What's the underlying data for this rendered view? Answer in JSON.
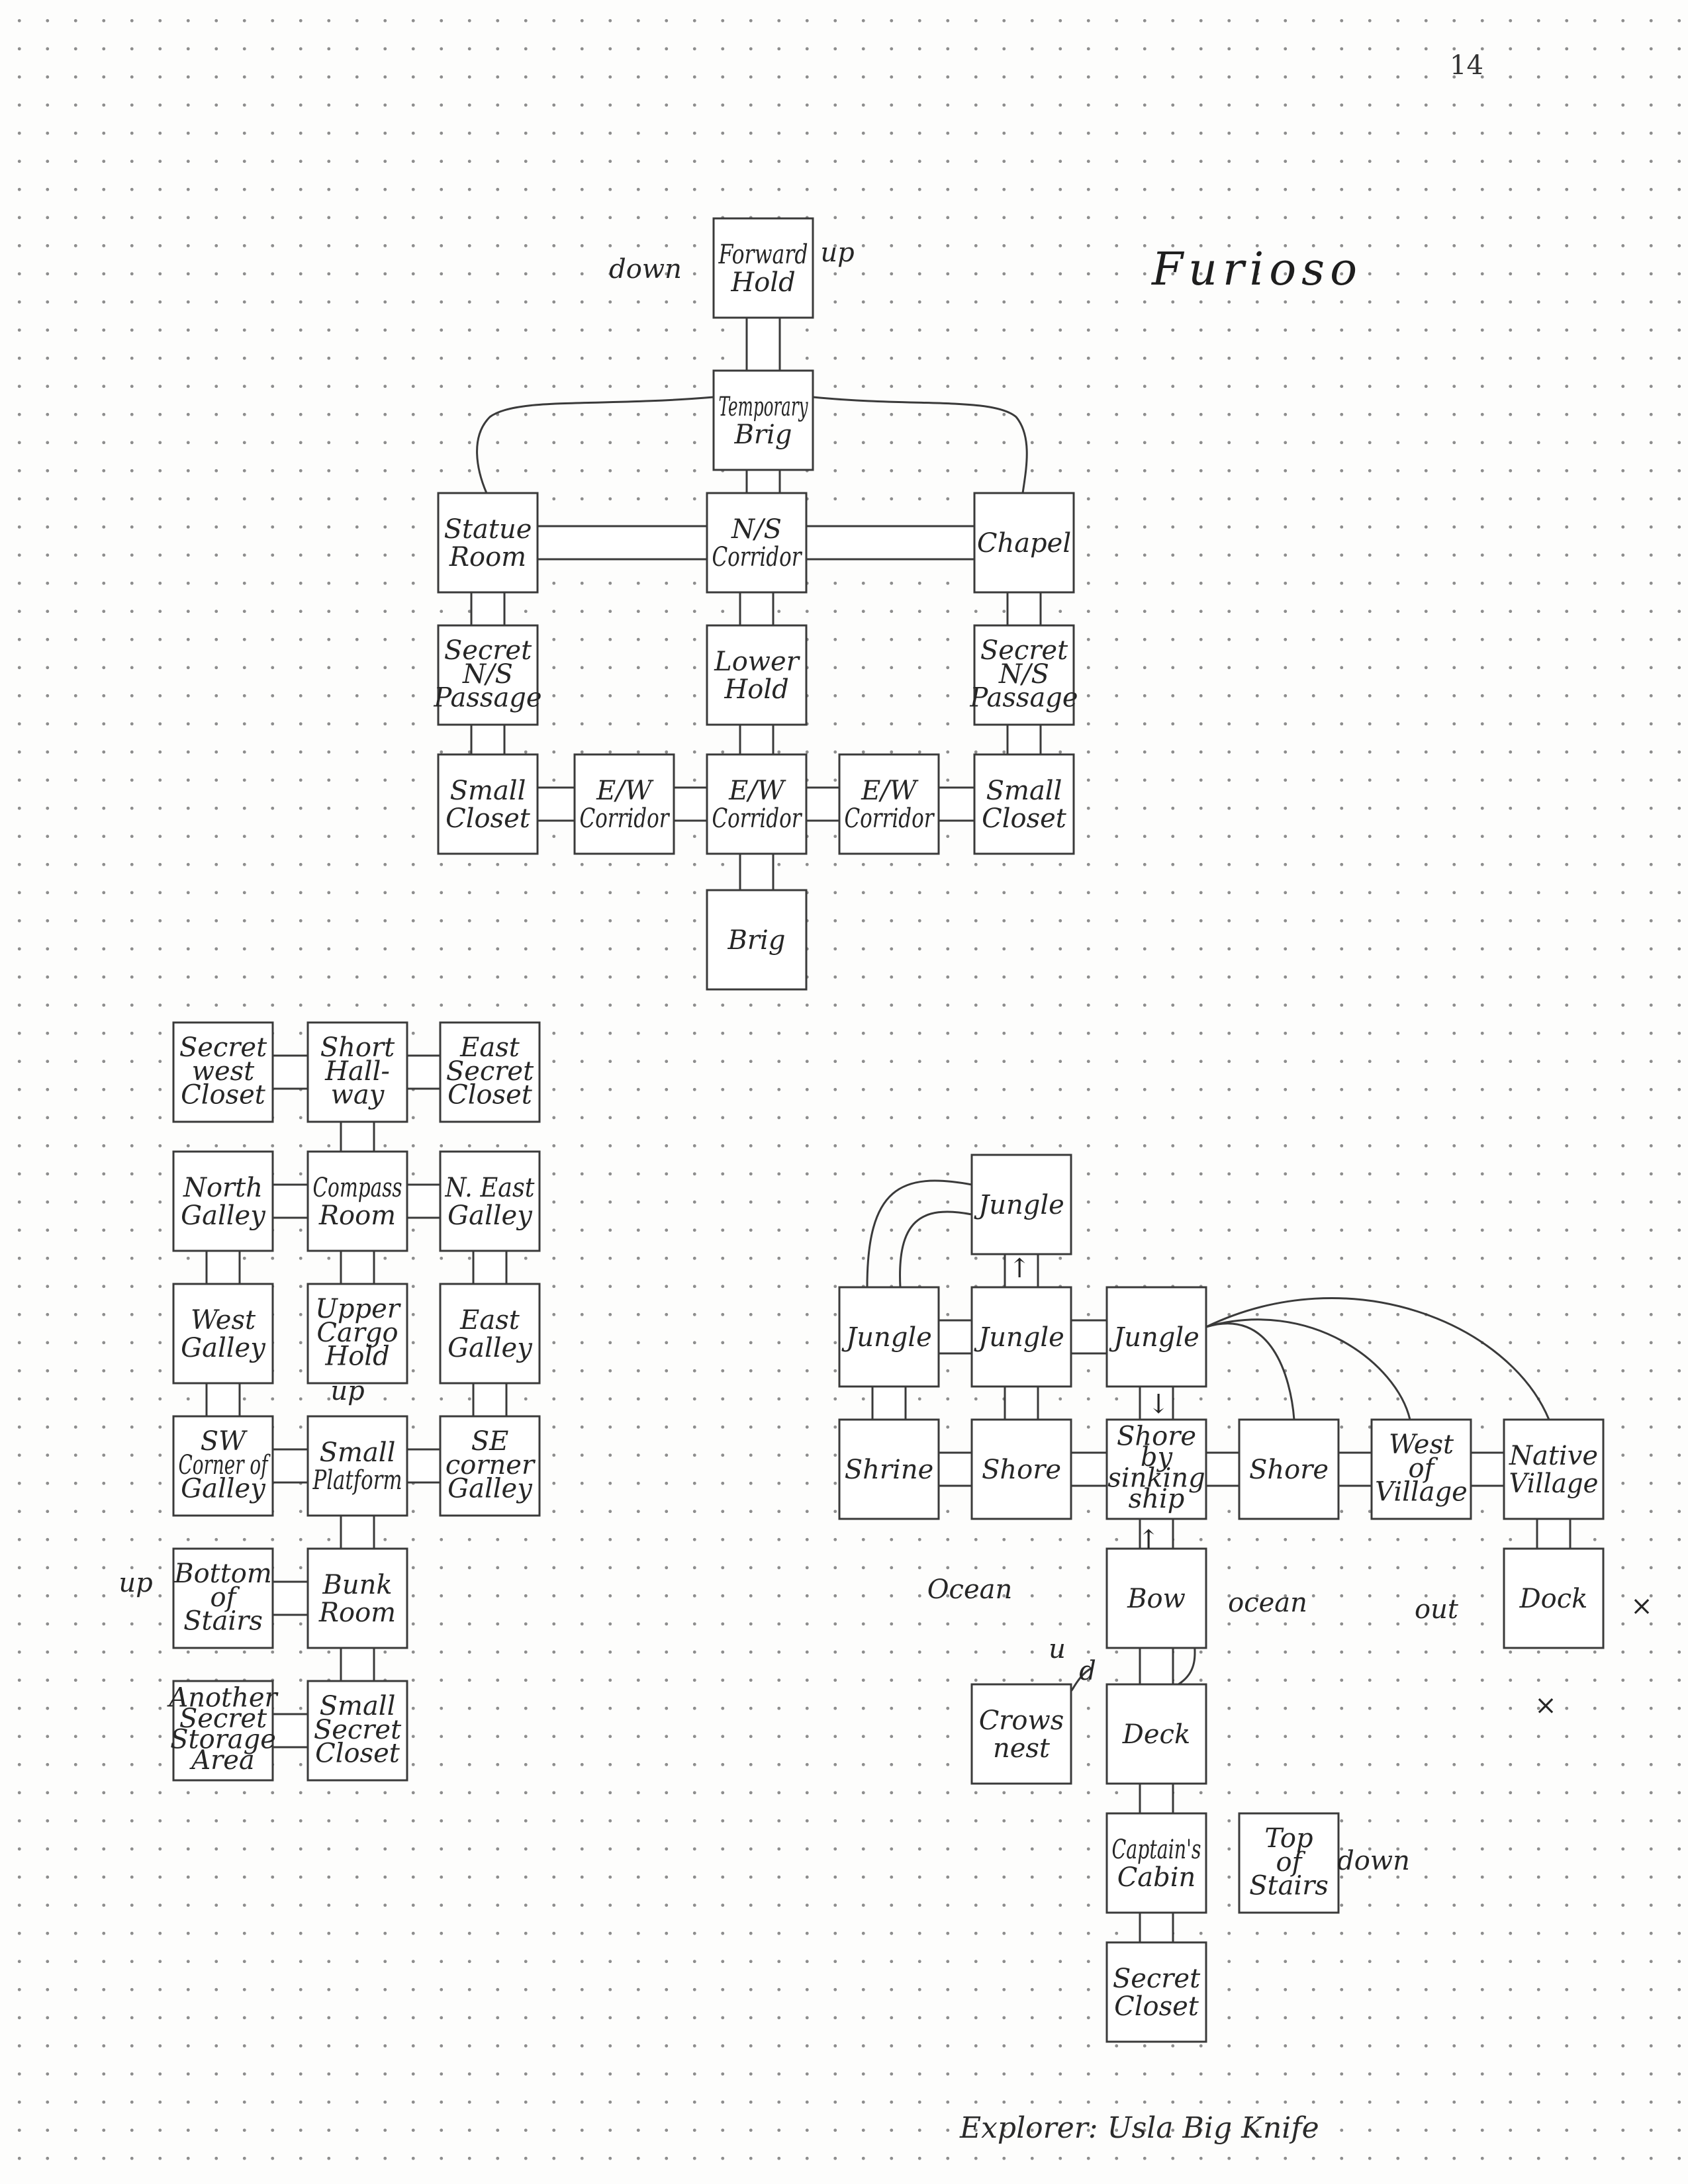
{
  "page": {
    "number": "14",
    "title": "Furioso",
    "footer": "Explorer: Usla Big Knife"
  },
  "rooms": {
    "forward_hold": [
      "Forward",
      "Hold"
    ],
    "temporary_brig": [
      "Temporary",
      "Brig"
    ],
    "statue_room": [
      "Statue",
      "Room"
    ],
    "ns_corridor": [
      "N/S",
      "Corridor"
    ],
    "chapel": [
      "Chapel"
    ],
    "secret_ns_passage_w": [
      "Secret",
      "N/S",
      "Passage"
    ],
    "lower_hold": [
      "Lower",
      "Hold"
    ],
    "secret_ns_passage_e": [
      "Secret",
      "N/S",
      "Passage"
    ],
    "small_closet_w": [
      "Small",
      "Closet"
    ],
    "ew_corridor_w": [
      "E/W",
      "Corridor"
    ],
    "ew_corridor_c": [
      "E/W",
      "Corridor"
    ],
    "ew_corridor_e": [
      "E/W",
      "Corridor"
    ],
    "small_closet_e": [
      "Small",
      "Closet"
    ],
    "brig": [
      "Brig"
    ],
    "secret_west_closet": [
      "Secret",
      "west",
      "Closet"
    ],
    "short_hallway": [
      "Short",
      "Hall-",
      "way"
    ],
    "east_secret_closet": [
      "East",
      "Secret",
      "Closet"
    ],
    "north_galley": [
      "North",
      "Galley"
    ],
    "compass_room": [
      "Compass",
      "Room"
    ],
    "ne_galley": [
      "N. East",
      "Galley"
    ],
    "west_galley": [
      "West",
      "Galley"
    ],
    "upper_cargo_hold": [
      "Upper",
      "Cargo",
      "Hold"
    ],
    "east_galley": [
      "East",
      "Galley"
    ],
    "sw_corner_galley": [
      "SW",
      "Corner of",
      "Galley"
    ],
    "small_platform": [
      "Small",
      "Platform"
    ],
    "se_corner_galley": [
      "SE",
      "corner",
      "Galley"
    ],
    "bottom_of_stairs": [
      "Bottom",
      "of",
      "Stairs"
    ],
    "bunk_room": [
      "Bunk",
      "Room"
    ],
    "another_secret_storage": [
      "Another",
      "Secret",
      "Storage",
      "Area"
    ],
    "small_secret_closet": [
      "Small",
      "Secret",
      "Closet"
    ],
    "jungle_top": [
      "Jungle"
    ],
    "jungle_w": [
      "Jungle"
    ],
    "jungle_c": [
      "Jungle"
    ],
    "jungle_e": [
      "Jungle"
    ],
    "shrine": [
      "Shrine"
    ],
    "shore_w": [
      "Shore"
    ],
    "shore_sinking_ship": [
      "Shore",
      "by",
      "sinking",
      "ship"
    ],
    "shore_e": [
      "Shore"
    ],
    "west_of_village": [
      "West",
      "of",
      "Village"
    ],
    "native_village": [
      "Native",
      "Village"
    ],
    "bow": [
      "Bow"
    ],
    "dock": [
      "Dock"
    ],
    "crows_nest": [
      "Crows",
      "nest"
    ],
    "deck": [
      "Deck"
    ],
    "captains_cabin": [
      "Captain's",
      "Cabin"
    ],
    "top_of_stairs": [
      "Top",
      "of",
      "Stairs"
    ],
    "secret_closet": [
      "Secret",
      "Closet"
    ]
  },
  "notes": {
    "hold_down": "down",
    "hold_up": "up",
    "cargo_up": "up",
    "stairs_up": "up",
    "ocean_w": "Ocean",
    "ocean_e": "ocean",
    "dock_out": "out",
    "dock_x_e": "×",
    "dock_x_s": "×",
    "bow_u": "u",
    "bow_d": "d",
    "top_stairs_down": "down",
    "arrow_up_jungle": "↑",
    "arrow_down_shore": "↓",
    "arrow_up_shore": "↑"
  },
  "colors": {
    "ink": "#3a3a3a",
    "paper": "#fdfdfc",
    "dot": "#8d8d8d"
  }
}
